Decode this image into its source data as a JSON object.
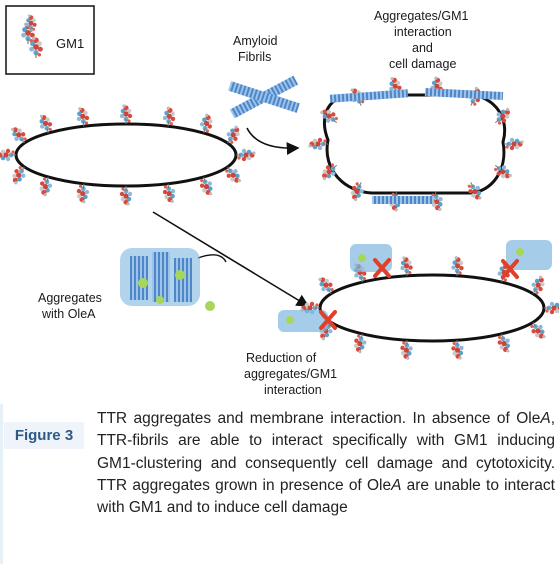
{
  "figure": {
    "legend_label": "GM1",
    "fibrils_label": [
      "Amyloid",
      "Fibrils"
    ],
    "interaction_label": [
      "Aggregates/GM1",
      "interaction",
      "and",
      "cell damage"
    ],
    "olea_label": [
      "Aggregates",
      "with OleA"
    ],
    "reduction_label": [
      "Reduction of",
      "aggregates/GM1",
      "interaction"
    ],
    "colors": {
      "fibril": "#5a8fd0",
      "membrane": "#111111",
      "cross": "#e0402a",
      "olea_dot": "#a6d65a"
    },
    "icons": [
      "gm1-molecule-icon",
      "amyloid-fibril-icon",
      "arrow-icon",
      "x-mark-icon"
    ]
  },
  "caption": {
    "tag": "Figure 3",
    "seg1": "TTR aggregates and membrane interaction. In absence of Ole",
    "seg2": "A",
    "seg3": ", TTR-fibrils are able to interact specifically with GM1 inducing GM1-clustering and consequently cell damage and cytotoxicity. TTR aggregates grown in presence of Ole",
    "seg4": "A",
    "seg5": " are unable to interact with GM1 and to induce cell damage"
  }
}
